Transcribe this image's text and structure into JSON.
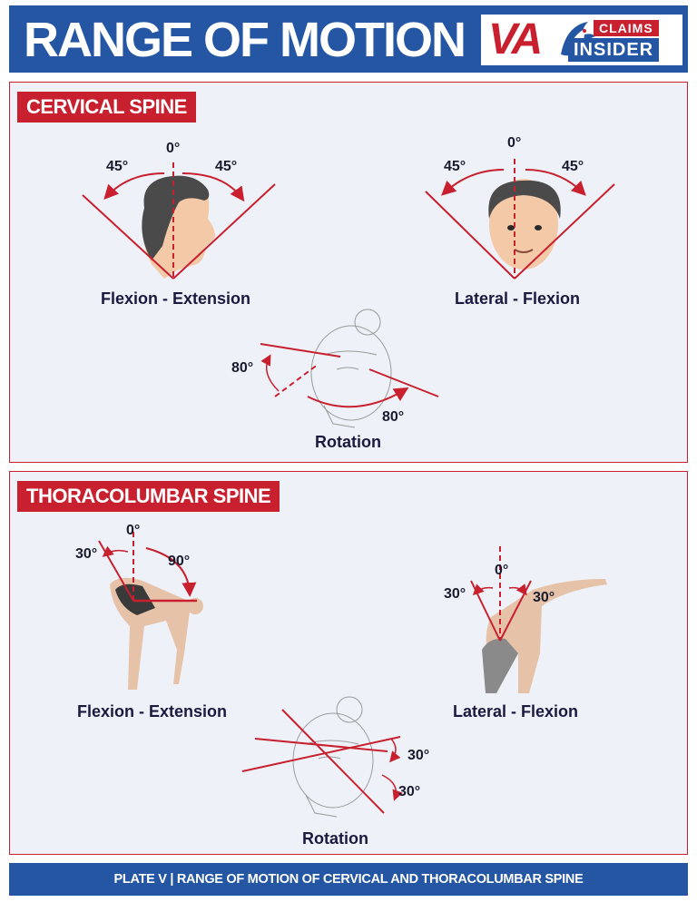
{
  "header": {
    "title": "RANGE OF MOTION"
  },
  "logo": {
    "va": "VA",
    "claims": "CLAIMS",
    "insider": "INSIDER"
  },
  "cervical": {
    "label": "CERVICAL SPINE",
    "flexion_extension": {
      "caption": "Flexion - Extension",
      "zero": "0°",
      "left": "45°",
      "right": "45°"
    },
    "lateral_flexion": {
      "caption": "Lateral - Flexion",
      "zero": "0°",
      "left": "45°",
      "right": "45°"
    },
    "rotation": {
      "caption": "Rotation",
      "left": "80°",
      "right": "80°"
    }
  },
  "thoracolumbar": {
    "label": "THORACOLUMBAR SPINE",
    "flexion_extension": {
      "caption": "Flexion - Extension",
      "zero": "0°",
      "left": "30°",
      "right": "90°"
    },
    "lateral_flexion": {
      "caption": "Lateral - Flexion",
      "zero": "0°",
      "left": "30°",
      "right": "30°"
    },
    "rotation": {
      "caption": "Rotation",
      "top": "30°",
      "bottom": "30°"
    }
  },
  "footer": {
    "text": "PLATE V | RANGE OF MOTION OF CERVICAL AND THORACOLUMBAR SPINE"
  },
  "colors": {
    "red": "#c8202f",
    "blue": "#2456a4",
    "panel": "#eef2f8",
    "skin": "#f3c9a8",
    "hair": "#4a4a4a"
  }
}
